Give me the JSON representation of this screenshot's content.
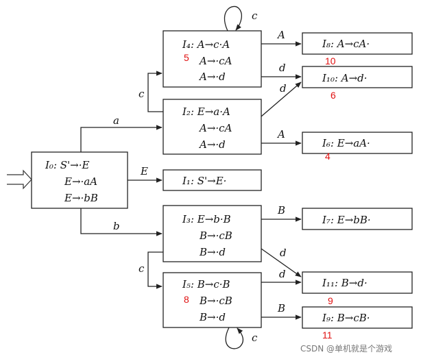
{
  "states": [
    {
      "key": "I0",
      "items": [
        "I₀: S'→·E",
        "E→·aA",
        "E→·bB"
      ],
      "number": ""
    },
    {
      "key": "I4",
      "items": [
        "I₄: A→c·A",
        "A→·cA",
        "A→·d"
      ],
      "number": "5"
    },
    {
      "key": "I2",
      "items": [
        "I₂: E→a·A",
        "A→·cA",
        "A→·d"
      ],
      "number": ""
    },
    {
      "key": "I1",
      "items": [
        "I₁: S'→E·"
      ],
      "number": ""
    },
    {
      "key": "I3",
      "items": [
        "I₃: E→b·B",
        "B→·cB",
        "B→·d"
      ],
      "number": ""
    },
    {
      "key": "I5",
      "items": [
        "I₅: B→c·B",
        "B→·cB",
        "B→·d"
      ],
      "number": "8"
    },
    {
      "key": "I8",
      "items": [
        "I₈: A→cA·"
      ],
      "number": "10"
    },
    {
      "key": "I10",
      "items": [
        "I₁₀: A→d·"
      ],
      "number": "6"
    },
    {
      "key": "I6",
      "items": [
        "I₆: E→aA·"
      ],
      "number": "4"
    },
    {
      "key": "I7",
      "items": [
        "I₇: E→bB·"
      ],
      "number": ""
    },
    {
      "key": "I11",
      "items": [
        "I₁₁: B→d·"
      ],
      "number": "9"
    },
    {
      "key": "I9",
      "items": [
        "I₉: B→cB·"
      ],
      "number": "11"
    }
  ],
  "transitions": [
    {
      "from": "I0",
      "to": "I2",
      "symbol": "a"
    },
    {
      "from": "I0",
      "to": "I1",
      "symbol": "E"
    },
    {
      "from": "I0",
      "to": "I3",
      "symbol": "b"
    },
    {
      "from": "I2",
      "to": "I4",
      "symbol": "c"
    },
    {
      "from": "I4",
      "to": "I4",
      "symbol": "c"
    },
    {
      "from": "I4",
      "to": "I8",
      "symbol": "A"
    },
    {
      "from": "I4",
      "to": "I10",
      "symbol": "d"
    },
    {
      "from": "I2",
      "to": "I10",
      "symbol": "d"
    },
    {
      "from": "I2",
      "to": "I6",
      "symbol": "A"
    },
    {
      "from": "I3",
      "to": "I7",
      "symbol": "B"
    },
    {
      "from": "I3",
      "to": "I11",
      "symbol": "d"
    },
    {
      "from": "I3",
      "to": "I5",
      "symbol": "c"
    },
    {
      "from": "I5",
      "to": "I5",
      "symbol": "c"
    },
    {
      "from": "I5",
      "to": "I11",
      "symbol": "d"
    },
    {
      "from": "I5",
      "to": "I9",
      "symbol": "B"
    }
  ],
  "watermark": "CSDN @单机就是个游戏"
}
